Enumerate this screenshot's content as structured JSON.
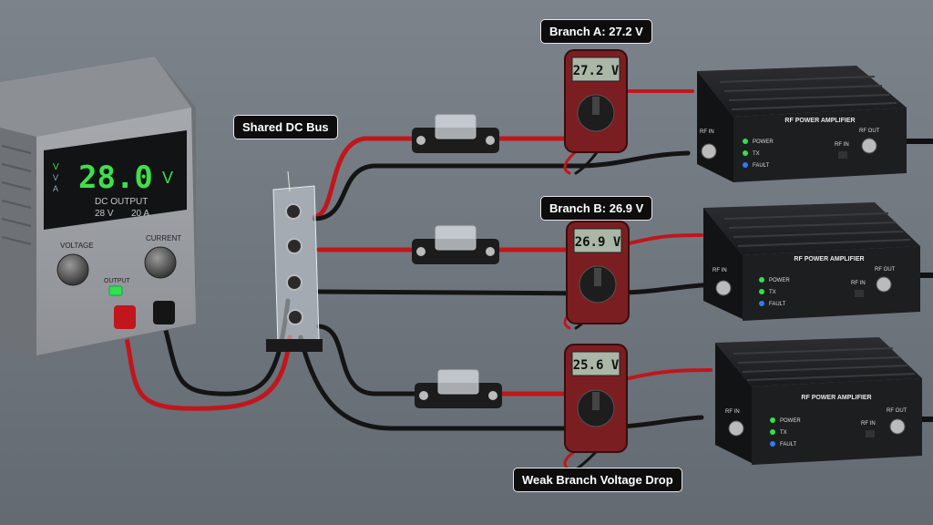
{
  "psu": {
    "display_value": "28.0",
    "display_unit": "V",
    "ind_v": "V",
    "ind_a": "A",
    "label_output": "DC OUTPUT",
    "rating_v": "28 V",
    "rating_a": "20 A",
    "knob_voltage": "VOLTAGE",
    "knob_current": "CURRENT",
    "output_label": "OUTPUT"
  },
  "callouts": {
    "bus": "Shared DC Bus",
    "branch_a": "Branch A: 27.2 V",
    "branch_b": "Branch B: 26.9 V",
    "weak": "Weak Branch Voltage Drop"
  },
  "meters": [
    {
      "reading": "27.2 V"
    },
    {
      "reading": "26.9 V"
    },
    {
      "reading": "25.6 V"
    }
  ],
  "amps": [
    {
      "title": "RF POWER AMPLIFIER",
      "rf_in": "RF IN",
      "rf_out": "RF OUT",
      "rf_in_port": "RF IN",
      "led_power": "POWER",
      "led_tx": "TX",
      "led_fault": "FAULT"
    },
    {
      "title": "RF POWER AMPLIFIER",
      "rf_in": "RF IN",
      "rf_out": "RF OUT",
      "rf_in_port": "RF IN",
      "led_power": "POWER",
      "led_tx": "TX",
      "led_fault": "FAULT"
    },
    {
      "title": "RF POWER AMPLIFIER",
      "rf_in": "RF IN",
      "rf_out": "RF OUT",
      "rf_in_port": "RF IN",
      "led_power": "POWER",
      "led_tx": "TX",
      "led_fault": "FAULT"
    }
  ],
  "colors": {
    "background": "#6f767e",
    "wire_red": "#c0161c",
    "wire_black": "#141414",
    "lcd_green": "#3ee04a",
    "meter_body": "#7a1e22",
    "led_green": "#33e04a",
    "led_blue": "#2f7bff"
  }
}
